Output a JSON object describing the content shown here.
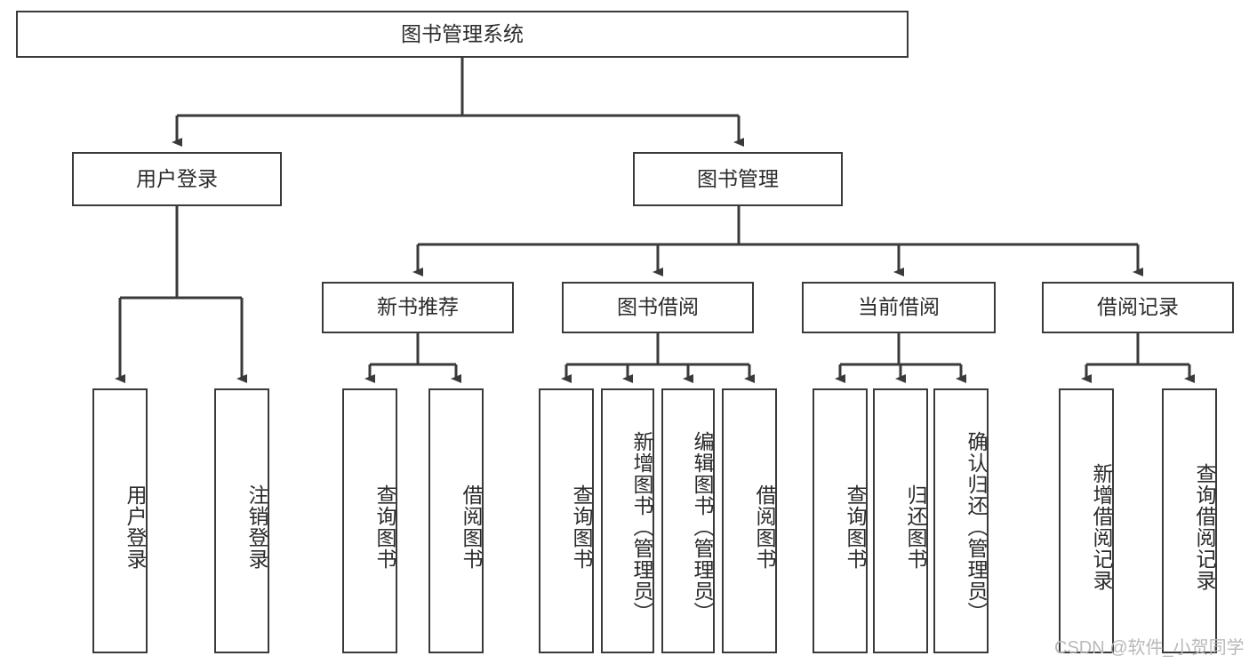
{
  "diagram": {
    "title": "图书管理系统",
    "type": "tree-hierarchy-chart",
    "root": {
      "label": "图书管理系统"
    },
    "level2": [
      {
        "label": "用户登录"
      },
      {
        "label": "图书管理"
      }
    ],
    "level3": [
      {
        "label": "新书推荐"
      },
      {
        "label": "图书借阅"
      },
      {
        "label": "当前借阅"
      },
      {
        "label": "借阅记录"
      }
    ],
    "leaves": {
      "user_login": [
        {
          "label": "用户登录"
        },
        {
          "label": "注销登录"
        }
      ],
      "new_book_recommend": [
        {
          "label": "查询图书"
        },
        {
          "label": "借阅图书"
        }
      ],
      "book_borrow": [
        {
          "label": "查询图书"
        },
        {
          "label": "新增图书（管理员）"
        },
        {
          "label": "编辑图书（管理员）"
        },
        {
          "label": "借阅图书"
        }
      ],
      "current_borrow": [
        {
          "label": "查询图书"
        },
        {
          "label": "归还图书"
        },
        {
          "label": "确认归还（管理员）"
        }
      ],
      "borrow_record": [
        {
          "label": "新增借阅记录"
        },
        {
          "label": "查询借阅记录"
        }
      ]
    }
  },
  "watermark": {
    "text": "CSDN @软件_小贺同学"
  },
  "colors": {
    "stroke": "#3a3a3a",
    "text": "#2b2b2b",
    "background": "#ffffff",
    "watermark": "#b9b9b9"
  }
}
